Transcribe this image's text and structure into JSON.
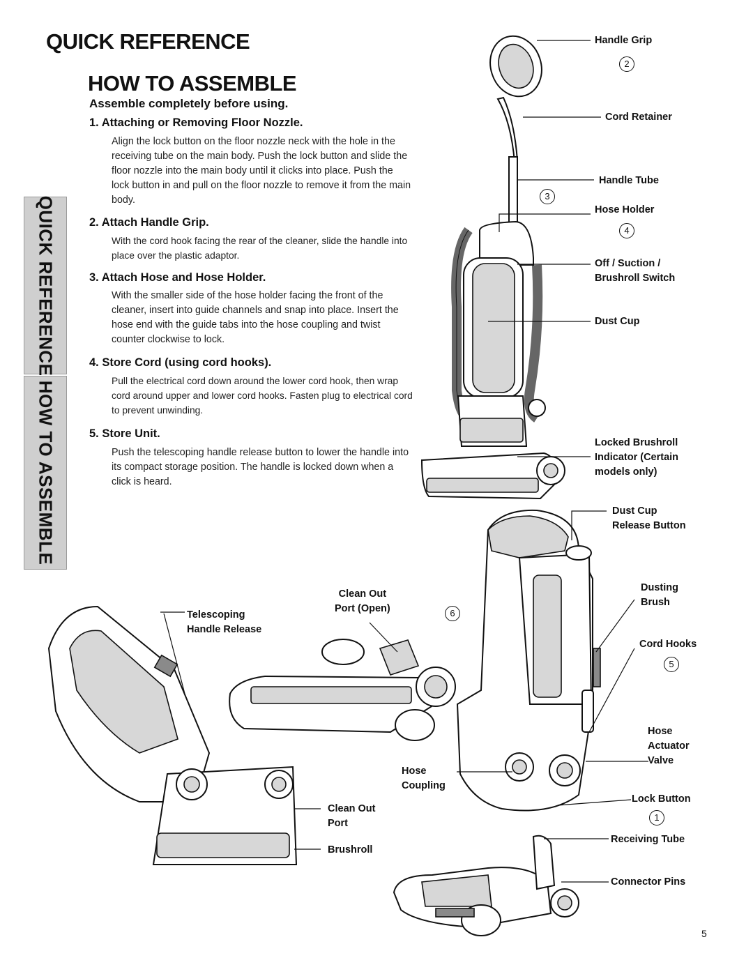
{
  "heading": {
    "title": "QUICK REFERENCE",
    "subtitle": "HOW TO ASSEMBLE",
    "note": "Assemble completely before using."
  },
  "side_tabs": {
    "quick_reference": "QUICK REFERENCE",
    "how_to_assemble": "HOW TO ASSEMBLE"
  },
  "steps": [
    {
      "title": "1.  Attaching or Removing Floor Nozzle.",
      "text": "Align the lock button on the floor nozzle neck with the hole in the receiving tube on the main body. Push the lock button and slide the floor nozzle into the main body until it clicks into place. Push the lock button in and pull on the floor nozzle to remove it from the main body."
    },
    {
      "title": "2.  Attach Handle Grip.",
      "text": "With the cord hook facing the rear of the cleaner, slide the handle into place over the plastic adaptor."
    },
    {
      "title": "3.  Attach Hose and Hose Holder.",
      "text": "With the smaller side of the hose holder facing the front of the cleaner, insert into guide channels and snap into place. Insert the hose end with the guide tabs into the hose coupling  and twist counter clockwise to lock."
    },
    {
      "title": "4.  Store Cord (using cord hooks).",
      "text": "Pull the electrical cord down around the lower cord hook, then wrap cord around upper and lower cord hooks. Fasten plug to electrical cord to prevent unwinding."
    },
    {
      "title": "5.  Store Unit.",
      "text": "Push the telescoping handle release button to lower the handle into its compact storage position. The handle is locked down when a click is heard."
    }
  ],
  "labels": {
    "handle_grip": "Handle Grip",
    "cord_retainer": "Cord Retainer",
    "handle_tube": "Handle Tube",
    "hose_holder": "Hose Holder",
    "off_suction_1": "Off / Suction /",
    "off_suction_2": "Brushroll Switch",
    "dust_cup": "Dust Cup",
    "locked_brushroll_1": "Locked Brushroll",
    "locked_brushroll_2": "Indicator (Certain",
    "locked_brushroll_3": "models only)",
    "dust_cup_release_1": "Dust Cup",
    "dust_cup_release_2": "Release Button",
    "dusting_brush_1": "Dusting",
    "dusting_brush_2": "Brush",
    "cord_hooks": "Cord Hooks",
    "hose_actuator_1": "Hose",
    "hose_actuator_2": "Actuator",
    "hose_actuator_3": "Valve",
    "lock_button": "Lock Button",
    "receiving_tube": "Receiving Tube",
    "connector_pins": "Connector Pins",
    "clean_out_open_1": "Clean Out",
    "clean_out_open_2": "Port (Open)",
    "telescoping_1": "Telescoping",
    "telescoping_2": "Handle Release",
    "hose_coupling_1": "Hose",
    "hose_coupling_2": "Coupling",
    "clean_out_1": "Clean Out",
    "clean_out_2": "Port",
    "brushroll": "Brushroll"
  },
  "callout_numbers": {
    "n2": "2",
    "n3": "3",
    "n4": "4",
    "n6": "6",
    "n5": "5",
    "n1": "1"
  },
  "page_number": "5"
}
